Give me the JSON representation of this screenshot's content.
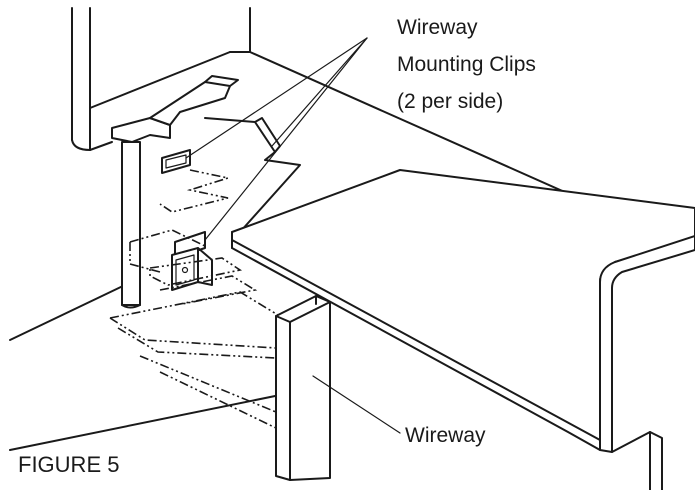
{
  "figure": {
    "caption": "FIGURE 5",
    "labels": {
      "clips_line1": "Wireway",
      "clips_line2": "Mounting Clips",
      "clips_line3": "(2 per side)",
      "wireway": "Wireway"
    }
  }
}
